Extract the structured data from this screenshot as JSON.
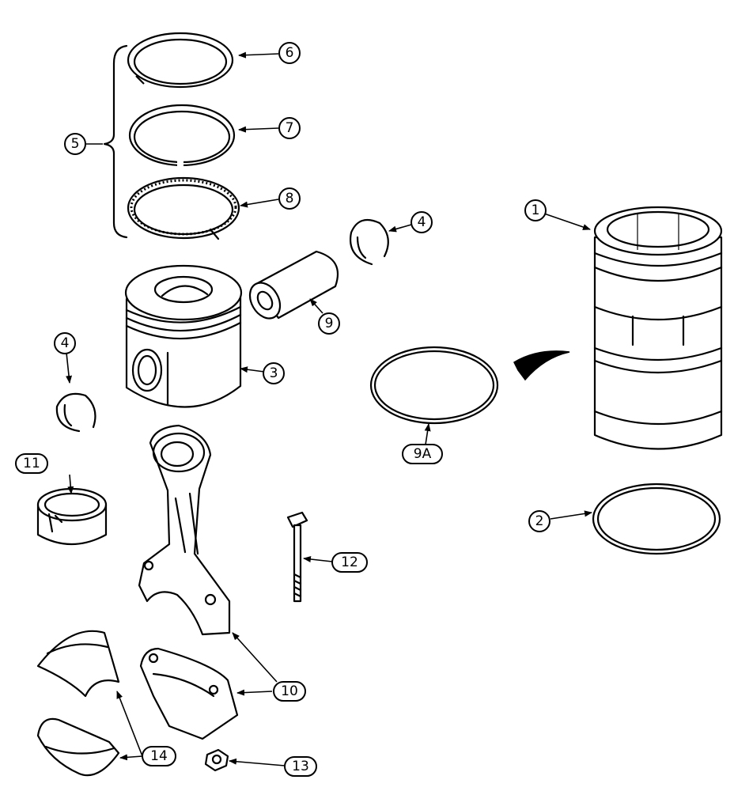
{
  "callouts": [
    {
      "id": "c1",
      "label": "1"
    },
    {
      "id": "c2",
      "label": "2"
    },
    {
      "id": "c3",
      "label": "3"
    },
    {
      "id": "c4a",
      "label": "4"
    },
    {
      "id": "c4b",
      "label": "4"
    },
    {
      "id": "c5",
      "label": "5"
    },
    {
      "id": "c6",
      "label": "6"
    },
    {
      "id": "c7",
      "label": "7"
    },
    {
      "id": "c8",
      "label": "8"
    },
    {
      "id": "c9",
      "label": "9"
    },
    {
      "id": "c9a",
      "label": "9A"
    },
    {
      "id": "c10",
      "label": "10"
    },
    {
      "id": "c11",
      "label": "11"
    },
    {
      "id": "c12",
      "label": "12"
    },
    {
      "id": "c13",
      "label": "13"
    },
    {
      "id": "c14",
      "label": "14"
    }
  ]
}
